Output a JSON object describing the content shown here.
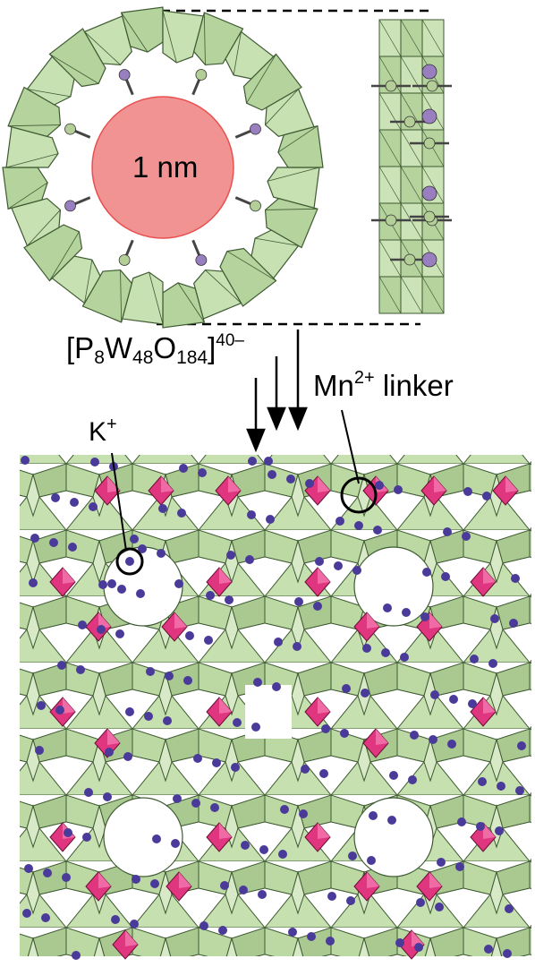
{
  "scale_label": "1 nm",
  "formula": {
    "open": "[P",
    "sub_p": "8",
    "w": "W",
    "sub_w": "48",
    "o": "O",
    "sub_o": "184",
    "close": "]",
    "charge": "40–"
  },
  "linker": {
    "prefix": "Mn",
    "charge": "2+",
    "suffix": " linker"
  },
  "cation": {
    "symbol": "K",
    "charge": "+"
  },
  "colors": {
    "polyhedra": "#b9d6a0",
    "polyhedra_edge": "#3e5a32",
    "mn_octahedra": "#e0357f",
    "k_ions": "#4a3a99",
    "p_atoms": "#9a7fc0",
    "scale_circle": "#f29393"
  }
}
